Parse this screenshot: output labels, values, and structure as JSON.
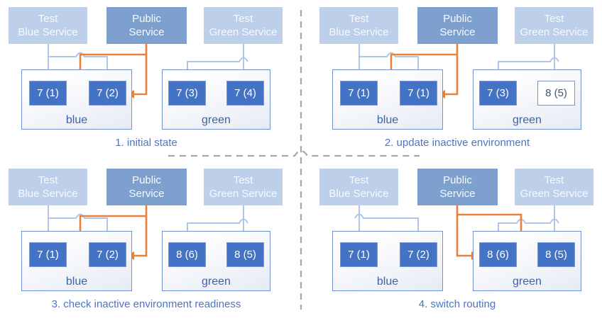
{
  "colors": {
    "public_service_fill": "#7da0ce",
    "test_service_fill": "#bdcfe9",
    "pod_fill": "#4472c4",
    "pod_inactive_border": "#8496b0",
    "env_border": "#7292cf",
    "env_label_text": "#3d62ab",
    "caption_text": "#4f74c4",
    "public_route_arrow": "#e8813c",
    "test_route_arrow": "#aec6e8",
    "divider": "#a6a6a6"
  },
  "panels": [
    {
      "caption": "1. initial state",
      "services": [
        {
          "label": "Test\nBlue Service"
        },
        {
          "label": "Public\nService"
        },
        {
          "label": "Test\nGreen Service"
        }
      ],
      "environments": [
        {
          "label": "blue",
          "pods": [
            {
              "label": "7 (1)",
              "active": true
            },
            {
              "label": "7 (2)",
              "active": true
            }
          ]
        },
        {
          "label": "green",
          "pods": [
            {
              "label": "7 (3)",
              "active": true
            },
            {
              "label": "7 (4)",
              "active": true
            }
          ]
        }
      ],
      "public_routes_to": "blue"
    },
    {
      "caption": "2. update inactive environment",
      "services": [
        {
          "label": "Test\nBlue Service"
        },
        {
          "label": "Public\nService"
        },
        {
          "label": "Test\nGreen Service"
        }
      ],
      "environments": [
        {
          "label": "blue",
          "pods": [
            {
              "label": "7 (1)",
              "active": true
            },
            {
              "label": "7 (1)",
              "active": true
            }
          ]
        },
        {
          "label": "green",
          "pods": [
            {
              "label": "7 (3)",
              "active": true
            },
            {
              "label": "8 (5)",
              "active": false
            }
          ]
        }
      ],
      "public_routes_to": "blue"
    },
    {
      "caption": "3. check inactive environment readiness",
      "services": [
        {
          "label": "Test\nBlue Service"
        },
        {
          "label": "Public\nService"
        },
        {
          "label": "Test\nGreen Service"
        }
      ],
      "environments": [
        {
          "label": "blue",
          "pods": [
            {
              "label": "7 (1)",
              "active": true
            },
            {
              "label": "7 (2)",
              "active": true
            }
          ]
        },
        {
          "label": "green",
          "pods": [
            {
              "label": "8 (6)",
              "active": true
            },
            {
              "label": "8 (5)",
              "active": true
            }
          ]
        }
      ],
      "public_routes_to": "blue"
    },
    {
      "caption": "4. switch routing",
      "services": [
        {
          "label": "Test\nBlue Service"
        },
        {
          "label": "Public\nService"
        },
        {
          "label": "Test\nGreen Service"
        }
      ],
      "environments": [
        {
          "label": "blue",
          "pods": [
            {
              "label": "7 (1)",
              "active": true
            },
            {
              "label": "7 (2)",
              "active": true
            }
          ]
        },
        {
          "label": "green",
          "pods": [
            {
              "label": "8 (6)",
              "active": true
            },
            {
              "label": "8 (5)",
              "active": true
            }
          ]
        }
      ],
      "public_routes_to": "green"
    }
  ]
}
